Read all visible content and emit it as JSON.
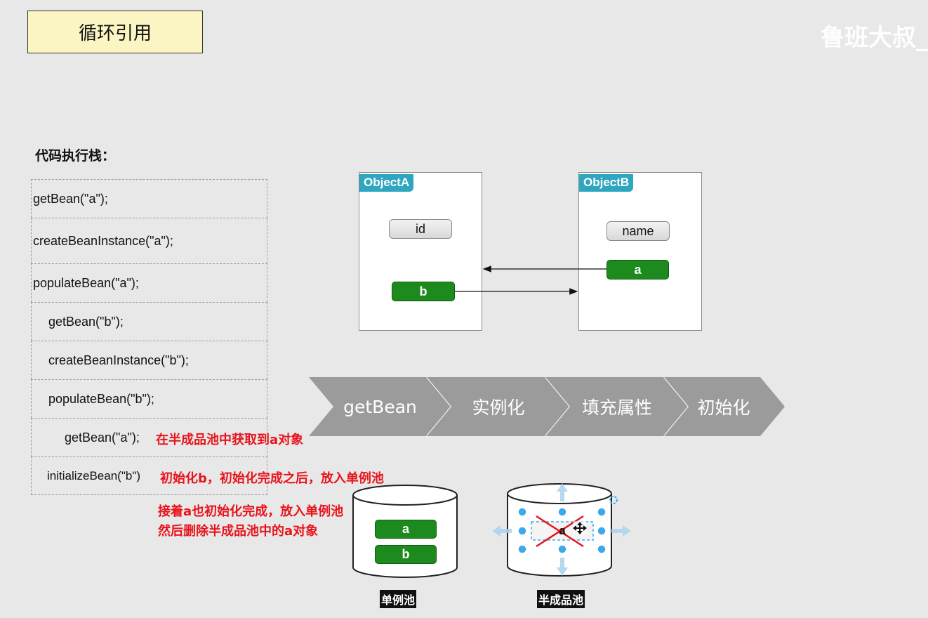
{
  "title": "循环引用",
  "watermark": "鲁班大叔_",
  "stack": {
    "label": "代码执行栈：",
    "rows": [
      "getBean(\"a\");",
      "createBeanInstance(\"a\");",
      "populateBean(\"a\");",
      "getBean(\"b\");",
      "createBeanInstance(\"b\");",
      "populateBean(\"b\");",
      "getBean(\"a\");",
      "initializeBean(\"b\")"
    ]
  },
  "notes": {
    "get_a": "在半成品池中获取到a对象",
    "init_b": "初始化b，初始化完成之后，放入单例池",
    "line1": "接着a也初始化完成，放入单例池",
    "line2": "然后删除半成品池中的a对象"
  },
  "objects": {
    "a": {
      "tag": "ObjectA",
      "field1": "id",
      "field2": "b"
    },
    "b": {
      "tag": "ObjectB",
      "field1": "name",
      "field2": "a"
    }
  },
  "steps": [
    "getBean",
    "实例化",
    "填充属性",
    "初始化"
  ],
  "pools": {
    "singleton": {
      "label": "单例池",
      "items": [
        "a",
        "b"
      ]
    },
    "early": {
      "label": "半成品池",
      "item": "a"
    }
  },
  "colors": {
    "background": "#e8e8e8",
    "title_fill": "#fbf5c4",
    "tag": "#2ea6bf",
    "green_field": "#1d8a1d",
    "note_red": "#e8141c",
    "step_gray": "#9b9b9b",
    "selection_blue": "#3ea8ea"
  }
}
